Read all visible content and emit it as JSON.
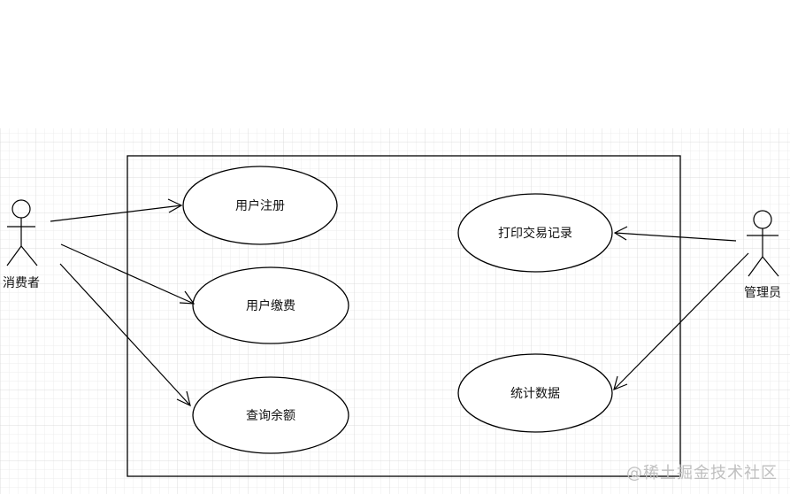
{
  "actors": {
    "consumer": {
      "label": "消费者"
    },
    "admin": {
      "label": "管理员"
    }
  },
  "use_cases": {
    "register": {
      "label": "用户注册"
    },
    "pay": {
      "label": "用户缴费"
    },
    "balance": {
      "label": "查询余额"
    },
    "print": {
      "label": "打印交易记录"
    },
    "stats": {
      "label": "统计数据"
    }
  },
  "watermark": "@稀土掘金技术社区"
}
